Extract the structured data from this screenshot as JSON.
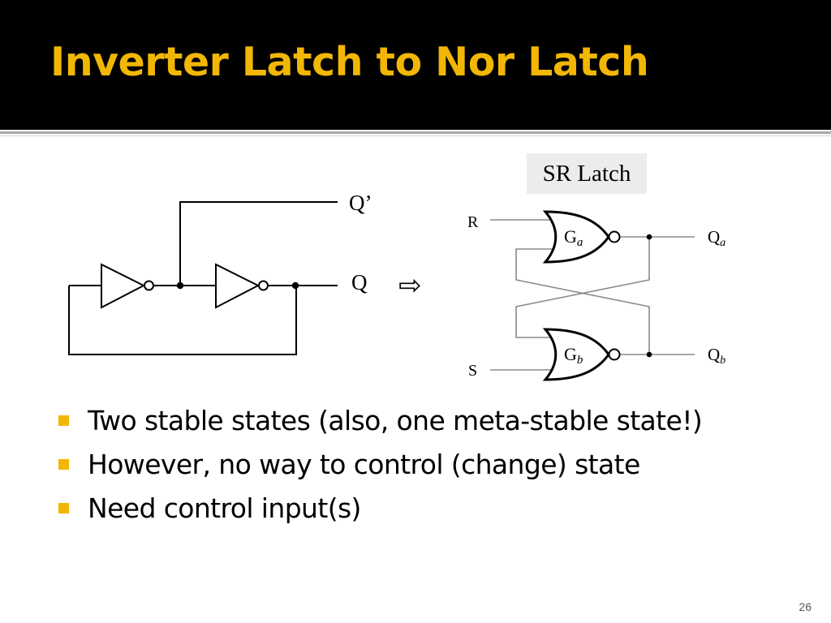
{
  "slide": {
    "title": "Inverter Latch to Nor Latch",
    "page_number": "26"
  },
  "diagram": {
    "inverter_latch": {
      "label_q_prime": "Q’",
      "label_q": "Q"
    },
    "arrow_symbol": "⇨",
    "sr_latch": {
      "badge": "SR Latch",
      "input_r": "R",
      "input_s": "S",
      "gate_a_letter": "G",
      "gate_a_sub": "a",
      "gate_b_letter": "G",
      "gate_b_sub": "b",
      "output_a_letter": "Q",
      "output_a_sub": "a",
      "output_b_letter": "Q",
      "output_b_sub": "b"
    }
  },
  "bullets": [
    "Two stable states (also, one meta-stable state!)",
    "However, no way to control (change) state",
    "Need control input(s)"
  ],
  "colors": {
    "header_background": "#000000",
    "title_color": "#f2b705",
    "bullet_marker": "#f2b705",
    "badge_background": "#ececec"
  }
}
